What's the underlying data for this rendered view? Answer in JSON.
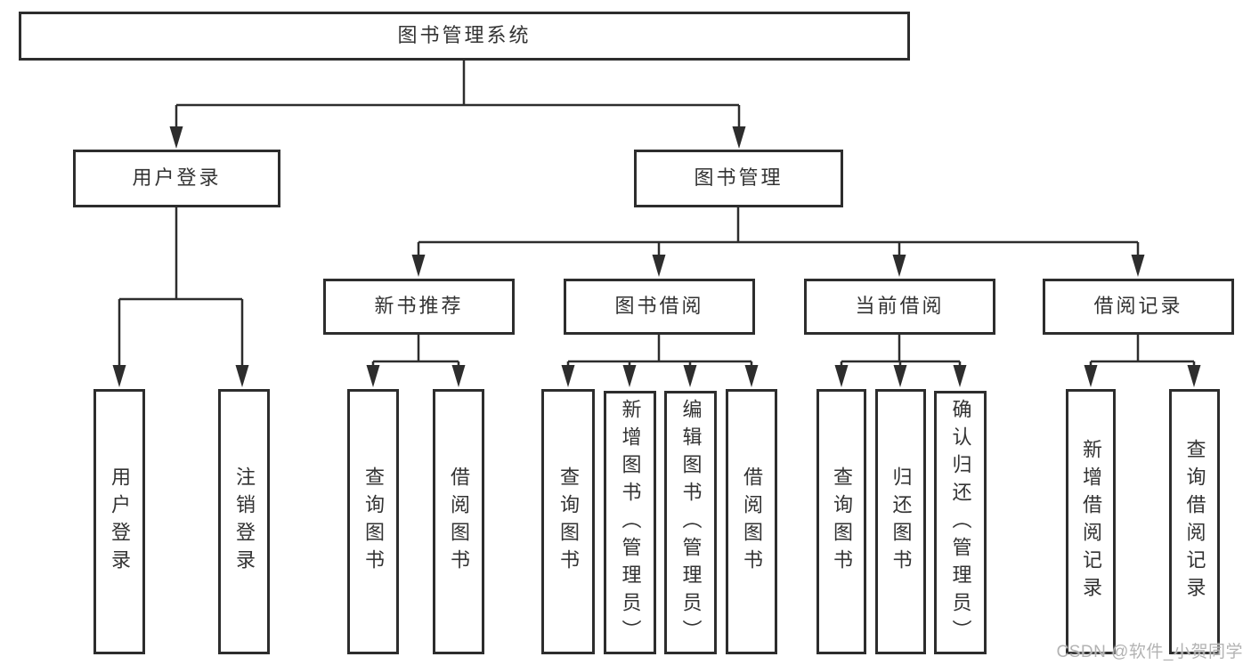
{
  "diagram": {
    "title": "图书管理系统",
    "type": "hierarchy-tree"
  },
  "tree": {
    "root": {
      "label": "图书管理系统"
    },
    "level2": [
      {
        "label": "用户登录"
      },
      {
        "label": "图书管理"
      }
    ],
    "level3": [
      {
        "label": "新书推荐"
      },
      {
        "label": "图书借阅"
      },
      {
        "label": "当前借阅"
      },
      {
        "label": "借阅记录"
      }
    ],
    "leaves": {
      "user_login": [
        {
          "label": "用户登录"
        },
        {
          "label": "注销登录"
        }
      ],
      "new_book_recommend": [
        {
          "label": "查询图书"
        },
        {
          "label": "借阅图书"
        }
      ],
      "book_borrowing": [
        {
          "label": "查询图书"
        },
        {
          "label": "新增图书（管理员）"
        },
        {
          "label": "编辑图书（管理员）"
        },
        {
          "label": "借阅图书"
        }
      ],
      "current_borrowing": [
        {
          "label": "查询图书"
        },
        {
          "label": "归还图书"
        },
        {
          "label": "确认归还（管理员）"
        }
      ],
      "borrowing_records": [
        {
          "label": "新增借阅记录"
        },
        {
          "label": "查询借阅记录"
        }
      ]
    }
  },
  "watermark": {
    "text": "CSDN @软件_小贺同学"
  },
  "colors": {
    "line": "#2d2d2d",
    "text": "#333333",
    "background": "#ffffff",
    "watermark": "#b3b3b3"
  }
}
